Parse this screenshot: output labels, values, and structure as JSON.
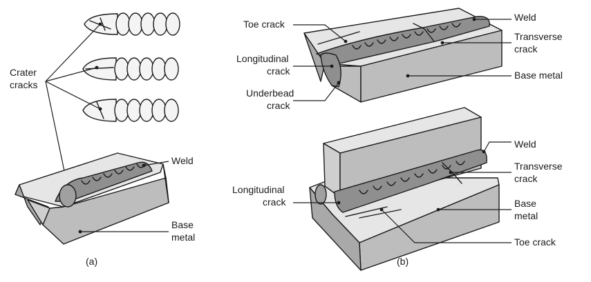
{
  "colors": {
    "top_face": "#e6e6e6",
    "front_face": "#bdbdbd",
    "side_face": "#a9a9a9",
    "weld": "#8f8f8f",
    "weld_dark": "#6e6e6e",
    "bead_light": "#f4f4f4",
    "line": "#1a1a1a"
  },
  "panel_a": {
    "caption": "(a)",
    "crater_label_line1": "Crater",
    "crater_label_line2": "cracks",
    "weld_label": "Weld",
    "base_label_line1": "Base",
    "base_label_line2": "metal"
  },
  "panel_b": {
    "caption": "(b)",
    "butt": {
      "toe_crack": "Toe crack",
      "weld": "Weld",
      "transverse_line1": "Transverse",
      "transverse_line2": "crack",
      "longitudinal_line1": "Longitudinal",
      "longitudinal_line2": "crack",
      "underbead_line1": "Underbead",
      "underbead_line2": "crack",
      "base_metal": "Base metal"
    },
    "fillet": {
      "weld": "Weld",
      "transverse_line1": "Transverse",
      "transverse_line2": "crack",
      "longitudinal_line1": "Longitudinal",
      "longitudinal_line2": "crack",
      "base_line1": "Base",
      "base_line2": "metal",
      "toe_crack": "Toe crack"
    }
  }
}
